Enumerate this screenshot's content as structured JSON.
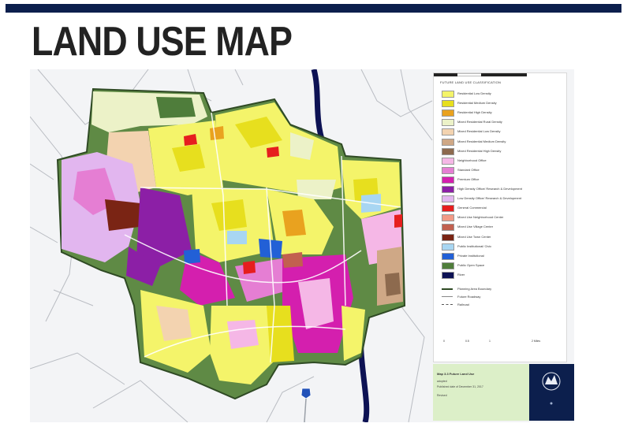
{
  "slide": {
    "title": "LAND USE MAP",
    "accent_bar_color": "#0c1f4d"
  },
  "map": {
    "legend": {
      "heading": "Future Land Use Classification",
      "categories": [
        {
          "label": "Residential Low Density",
          "color": "#f4f46a"
        },
        {
          "label": "Residential Medium Density",
          "color": "#e7df1e"
        },
        {
          "label": "Residential High Density",
          "color": "#e9a21f"
        },
        {
          "label": "Mixed Residential Rural Density",
          "color": "#ecf2c8"
        },
        {
          "label": "Mixed Residential Low Density",
          "color": "#f3d3b0"
        },
        {
          "label": "Mixed Residential Medium Density",
          "color": "#cfa886"
        },
        {
          "label": "Mixed Residential High Density",
          "color": "#8d6a4e"
        },
        {
          "label": "Neighborhood Office",
          "color": "#f5b7e6"
        },
        {
          "label": "Standard Office",
          "color": "#e57ed3"
        },
        {
          "label": "Premium Office",
          "color": "#d41fae"
        },
        {
          "label": "High Density Office/ Research & Development",
          "color": "#8c1fa6"
        },
        {
          "label": "Low Density Office/ Research & Development",
          "color": "#e2b6ef"
        },
        {
          "label": "General Commercial",
          "color": "#e61e1e"
        },
        {
          "label": "Mixed Use Neighborhood Center",
          "color": "#f29a86"
        },
        {
          "label": "Mixed Use Village Center",
          "color": "#c2604f"
        },
        {
          "label": "Mixed Use Town Center",
          "color": "#7a2414"
        },
        {
          "label": "Public Institutional/ Civic",
          "color": "#a8d6f2"
        },
        {
          "label": "Private Institutional",
          "color": "#2260d6"
        },
        {
          "label": "Public Open Space",
          "color": "#4f7d3b"
        },
        {
          "label": "River",
          "color": "#0d1254"
        }
      ],
      "line_items": [
        {
          "label": "Planning Area Boundary",
          "color": "#2f4a24"
        },
        {
          "label": "Future Roadway",
          "color": "#888888"
        },
        {
          "label": "Railroad",
          "color": "#555555"
        }
      ],
      "scale": {
        "labels": [
          "0",
          "0.5",
          "1",
          "2 Miles"
        ]
      }
    },
    "info": {
      "title": "Map 3.3 Future Land Use",
      "lines": [
        "adopted",
        "Published date of December 31, 2017",
        "Revised"
      ]
    }
  }
}
